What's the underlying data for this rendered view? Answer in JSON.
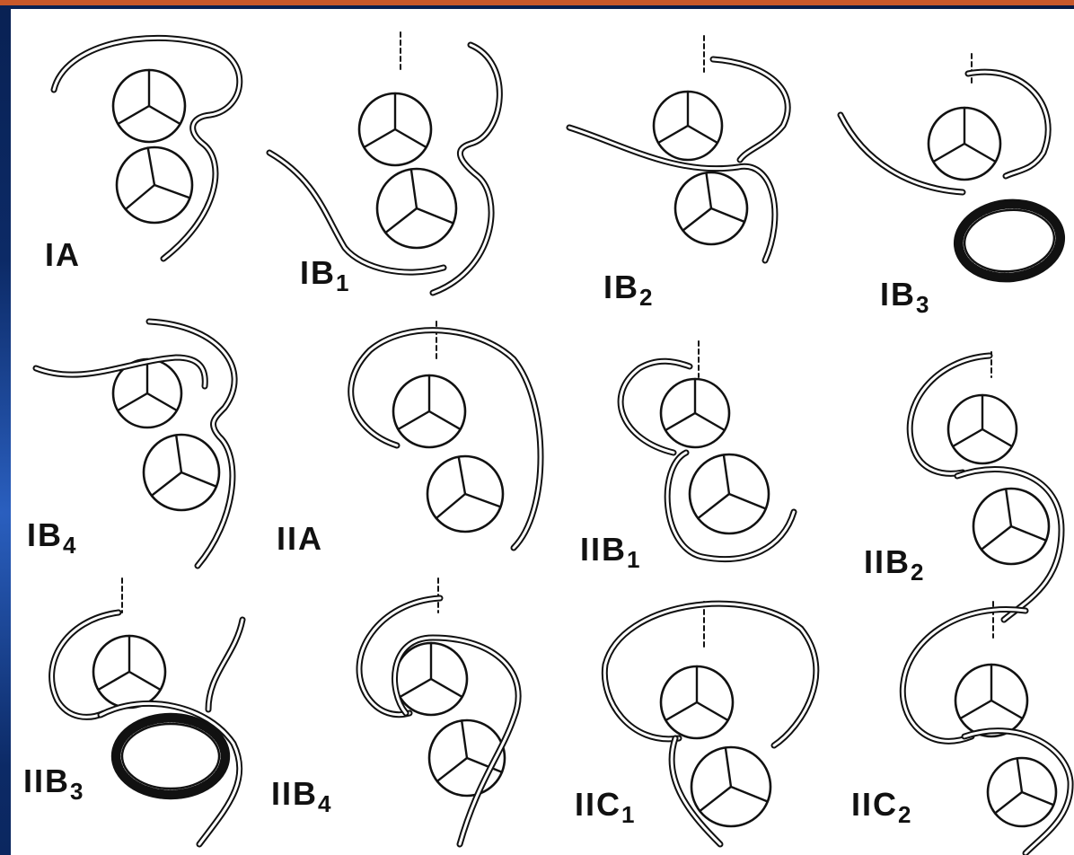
{
  "labels": [
    {
      "id": "IA",
      "main": "IA",
      "sub": ""
    },
    {
      "id": "IB1",
      "main": "IB",
      "sub": "1"
    },
    {
      "id": "IB2",
      "main": "IB",
      "sub": "2"
    },
    {
      "id": "IB3",
      "main": "IB",
      "sub": "3"
    },
    {
      "id": "IB4",
      "main": "IB",
      "sub": "4"
    },
    {
      "id": "IIA",
      "main": "IIA",
      "sub": ""
    },
    {
      "id": "IIB1",
      "main": "IIB",
      "sub": "1"
    },
    {
      "id": "IIB2",
      "main": "IIB",
      "sub": "2"
    },
    {
      "id": "IIB3",
      "main": "IIB",
      "sub": "3"
    },
    {
      "id": "IIB4",
      "main": "IIB",
      "sub": "4"
    },
    {
      "id": "IIC1",
      "main": "IIC",
      "sub": "1"
    },
    {
      "id": "IIC2",
      "main": "IIC",
      "sub": "2"
    }
  ],
  "colors": {
    "background": "#0c2a66",
    "panel": "#ffffff",
    "line": "#111111",
    "accent": "#c8582a"
  }
}
